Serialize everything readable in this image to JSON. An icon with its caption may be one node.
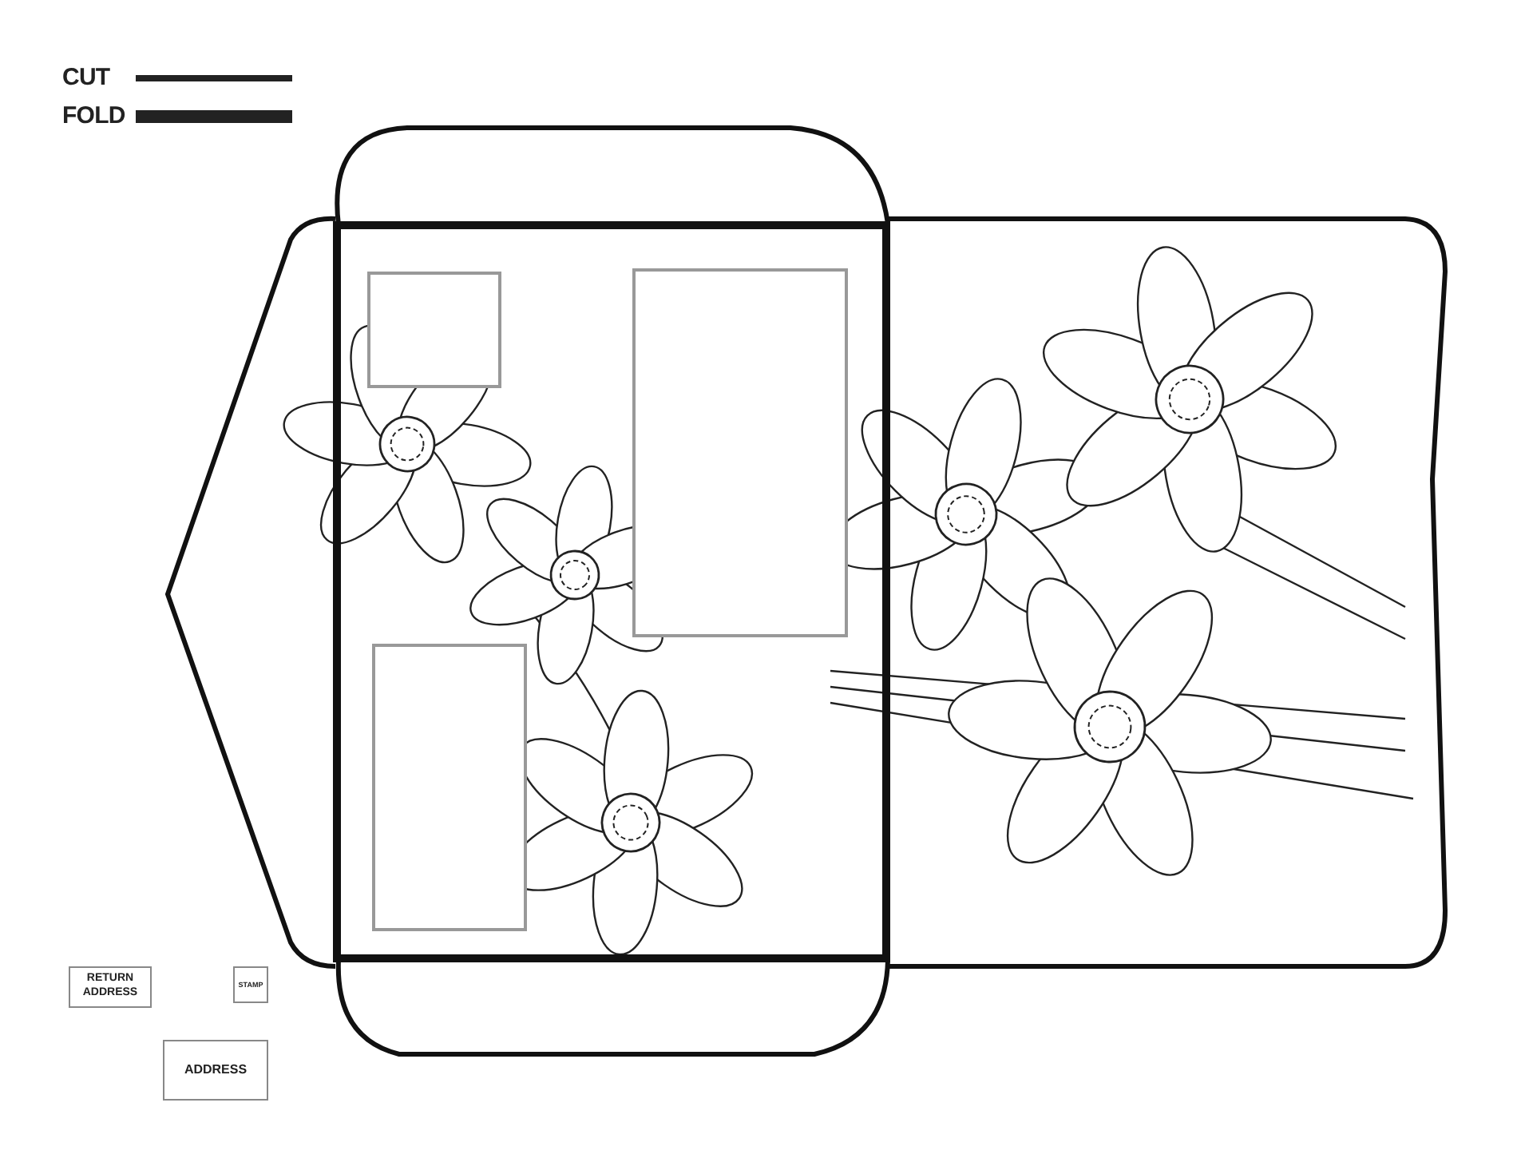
{
  "diagram": {
    "nodes": [
      {
        "text": [
          "RETURN ADDRESS"
        ]
      },
      {
        "text": [
          "STAMP"
        ]
      },
      {
        "text": [
          "ADDRESS"
        ]
      },
      {
        "text": [],
        "shape": "box"
      },
      {
        "text": [],
        "shape": "box"
      },
      {
        "text": [],
        "shape": "box"
      }
    ],
    "legend": [
      {
        "text": "CUT"
      },
      {
        "text": "FOLD"
      }
    ]
  }
}
